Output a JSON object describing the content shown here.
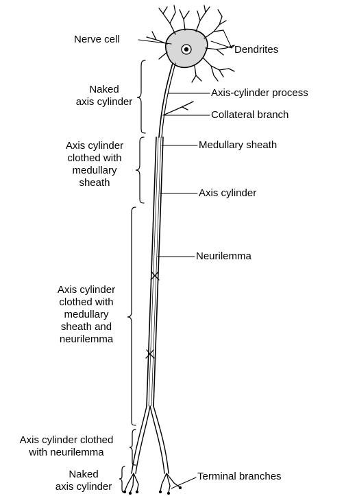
{
  "labels": {
    "nerve_cell": "Nerve cell",
    "dendrites": "Dendrites",
    "axis_cylinder_process": "Axis-cylinder process",
    "collateral_branch": "Collateral branch",
    "medullary_sheath": "Medullary sheath",
    "axis_cylinder": "Axis cylinder",
    "neurilemma": "Neurilemma",
    "terminal_branches": "Terminal branches"
  },
  "regions": {
    "naked_top": [
      "Naked",
      "axis cylinder"
    ],
    "medullary": [
      "Axis cylinder",
      "clothed with",
      "medullary",
      "sheath"
    ],
    "medullary_neurilemma": [
      "Axis cylinder",
      "clothed with",
      "medullary",
      "sheath and",
      "neurilemma"
    ],
    "neurilemma_only": [
      "Axis cylinder clothed",
      "with neurilemma"
    ],
    "naked_bottom": [
      "Naked",
      "axis cylinder"
    ]
  },
  "colors": {
    "ink": "#000000",
    "background": "#ffffff"
  }
}
